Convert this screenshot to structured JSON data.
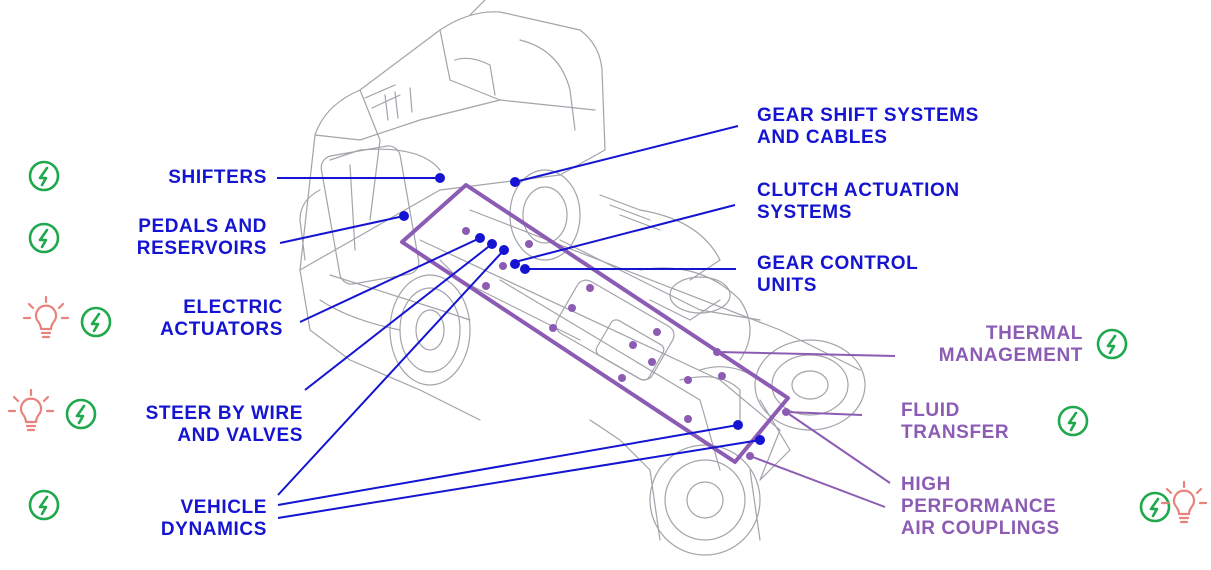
{
  "colors": {
    "blue": "#1414d2",
    "purple": "#8c5cb4",
    "green": "#1fa84c",
    "pink": "#e8827c",
    "outline": "#9a9aa2"
  },
  "labels_left": {
    "shifters": "SHIFTERS",
    "pedals": "PEDALS AND\nRESERVOIRS",
    "electric": "ELECTRIC\nACTUATORS",
    "steer": "STEER BY WIRE\nAND VALVES",
    "dynamics": "VEHICLE\nDYNAMICS"
  },
  "labels_right": {
    "gear_shift": "GEAR SHIFT SYSTEMS\nAND CABLES",
    "clutch": "CLUTCH ACTUATION\nSYSTEMS",
    "gear_control": "GEAR CONTROL\nUNITS",
    "thermal": "THERMAL\nMANAGEMENT",
    "fluid": "FLUID\nTRANSFER",
    "air": "HIGH\nPERFORMANCE\nAIR COUPLINGS"
  },
  "icons": [
    "lightning-circle-icon",
    "lightbulb-icon"
  ]
}
